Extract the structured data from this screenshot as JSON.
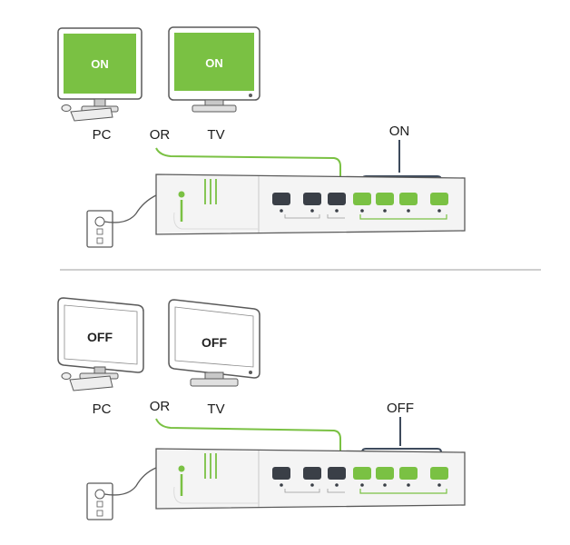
{
  "colors": {
    "on_green": "#7ac143",
    "strip_body": "#f4f4f4",
    "outline": "#5a5a5a",
    "bracket": "#3d4a5c",
    "outlet_dark": "#3a3f47",
    "divider": "#bdbdbd"
  },
  "top": {
    "pc_screen": "ON",
    "tv_screen": "ON",
    "pc_label": "PC",
    "or_label": "OR",
    "tv_label": "TV",
    "outlets_label": "ON"
  },
  "bottom": {
    "pc_screen": "OFF",
    "tv_screen": "OFF",
    "pc_label": "PC",
    "or_label": "OR",
    "tv_label": "TV",
    "outlets_label": "OFF"
  }
}
